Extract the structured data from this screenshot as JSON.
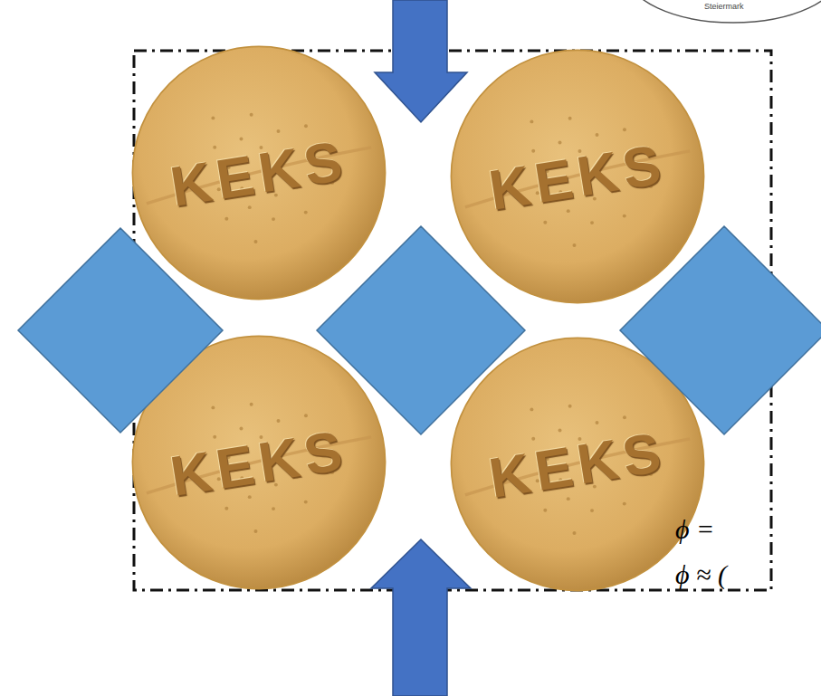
{
  "diagram": {
    "nodes": [
      {
        "text": [
          "KEKS"
        ]
      },
      {
        "text": [
          "KEKS"
        ]
      },
      {
        "text": [
          "KEKS"
        ]
      },
      {
        "text": [
          "KEKS"
        ]
      }
    ],
    "labels": [
      "ϕ =",
      "ϕ ≈ (",
      "Steiermark"
    ]
  }
}
